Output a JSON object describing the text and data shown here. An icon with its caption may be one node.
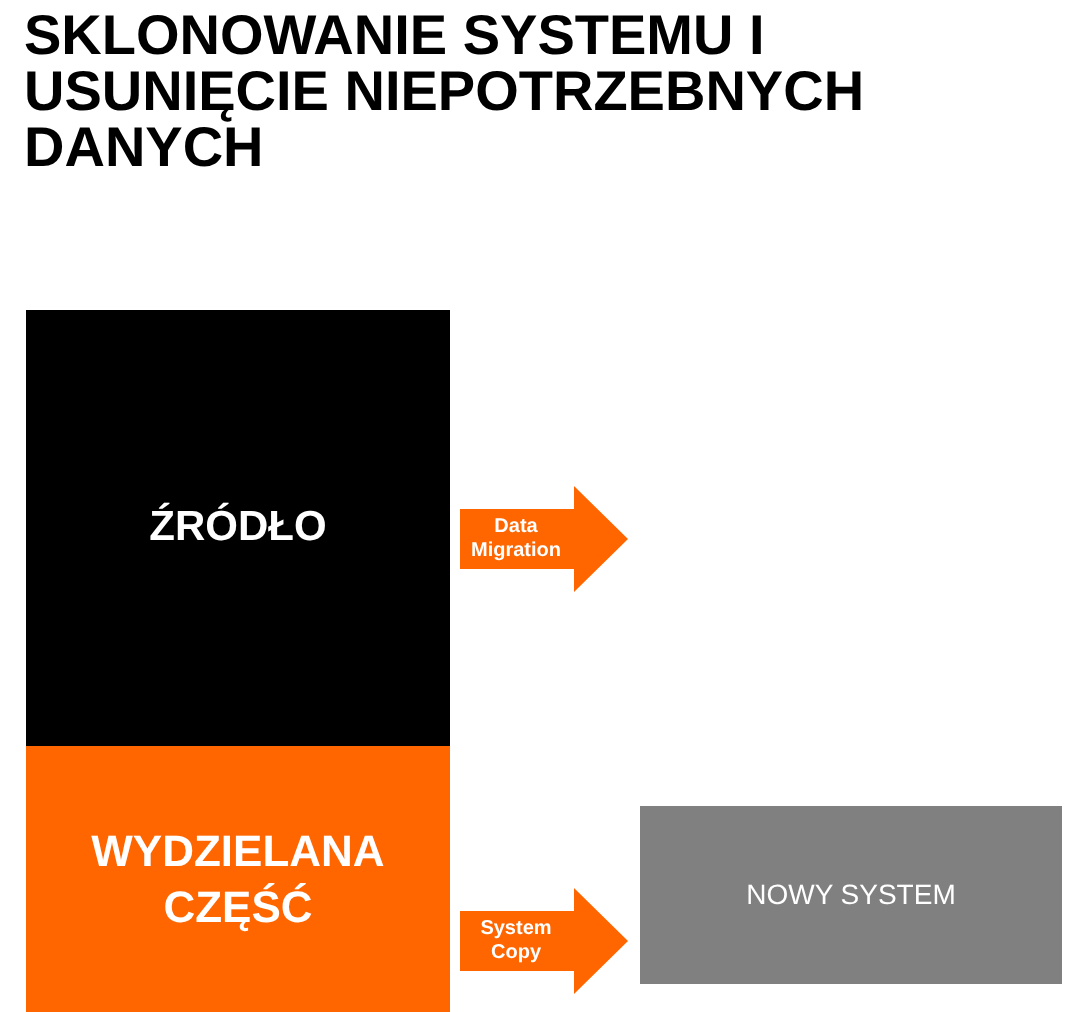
{
  "diagram": {
    "title": "SKLONOWANIE SYSTEMU I USUNIĘCIE NIEPOTRZEBNYCH DANYCH",
    "nodes": [
      {
        "text": [
          "ŹRÓDŁO"
        ]
      },
      {
        "text": [
          "WYDZIELANA CZĘŚĆ"
        ]
      },
      {
        "text": [
          "NOWY SYSTEM"
        ]
      }
    ],
    "edges": [
      {
        "from": 0,
        "to": null,
        "arrow": "to",
        "label": "Data Migration"
      },
      {
        "from": 1,
        "to": 2,
        "arrow": "to",
        "label": "System Copy"
      }
    ]
  }
}
